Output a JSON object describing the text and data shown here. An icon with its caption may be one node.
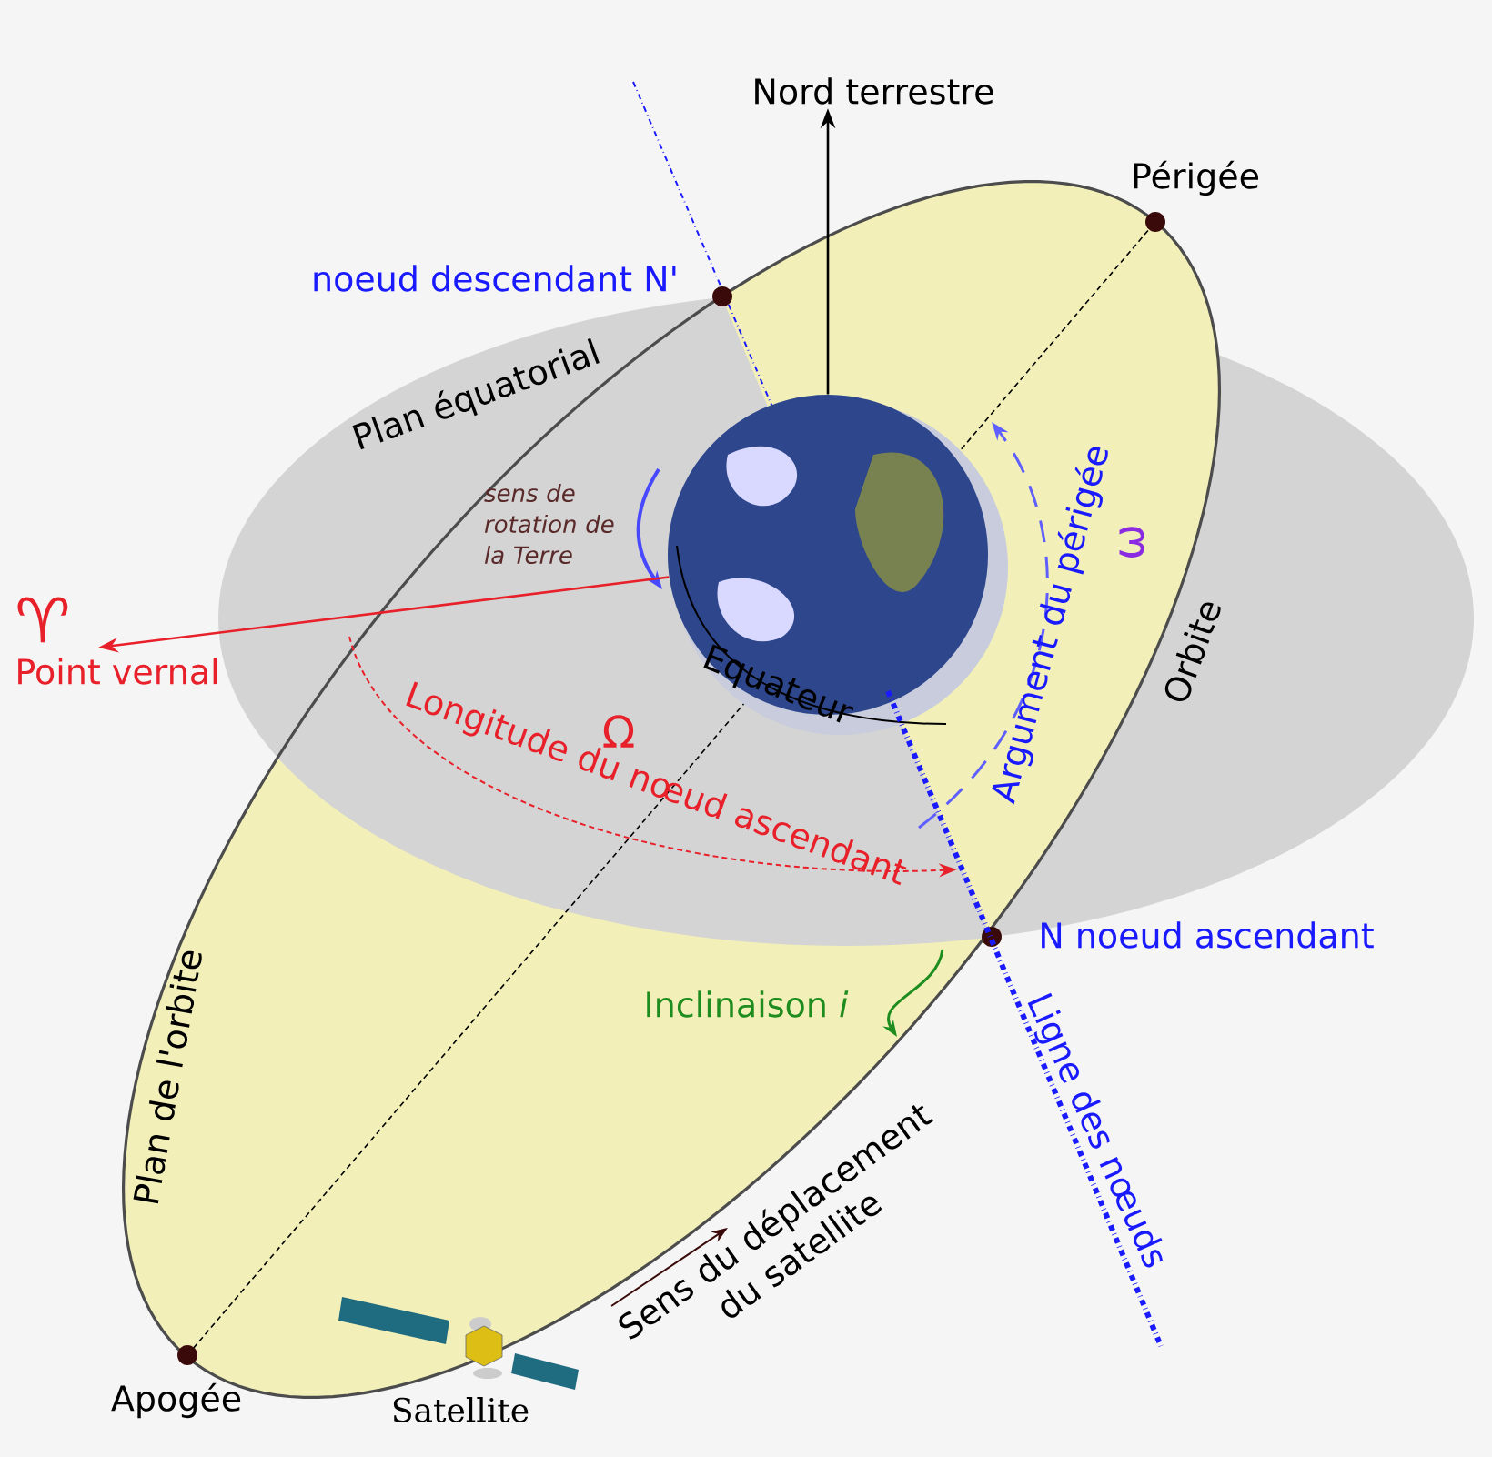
{
  "diagram": {
    "nodes": [
      {
        "text": [],
        "shape": "picture"
      },
      {
        "text": [
          "Nord terrestre"
        ]
      },
      {
        "text": [
          "♈",
          "Point vernal"
        ]
      }
    ],
    "edges": [
      {
        "from": 0,
        "to": 1,
        "arrow": "to"
      },
      {
        "from": 0,
        "to": 2,
        "arrow": "to",
        "color": "#e8202a"
      }
    ],
    "labels": [
      "Périgée",
      "noeud descendant N'",
      "Plan équatorial",
      "sens de rotation de la Terre",
      "ω",
      "Argument du périgée",
      "Orbite",
      "Equateur",
      "Longitude du nœud ascendant",
      "Ω",
      "N noeud ascendant",
      "Inclinaison *i*",
      "Ligne des nœuds",
      "Plan de l'orbite",
      "Sens du déplacement du satellite",
      "Apogée",
      "Satellite"
    ]
  }
}
